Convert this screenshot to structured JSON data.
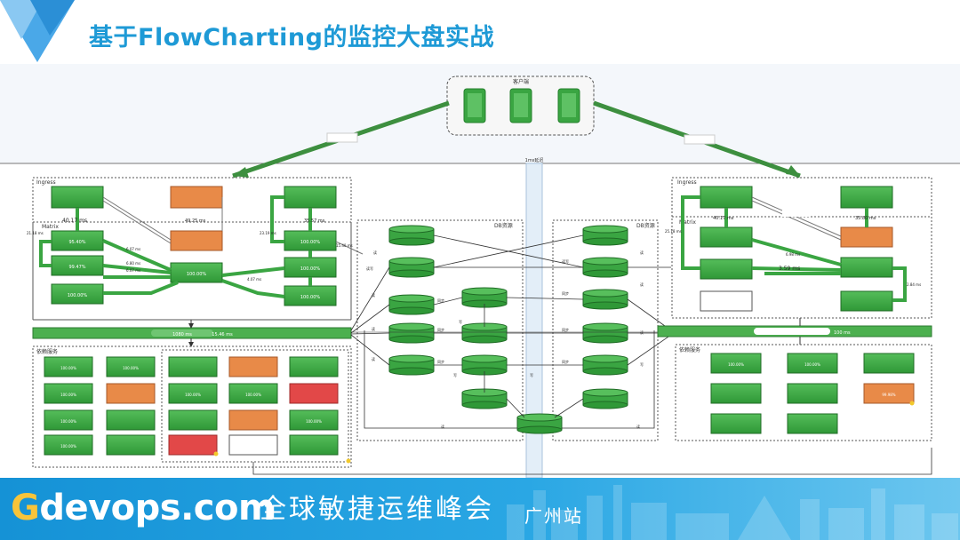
{
  "header": {
    "title": "基于FlowCharting的监控大盘实战"
  },
  "footer": {
    "brand_g": "G",
    "brand_rest": "devops",
    "brand_tld": ".com",
    "event": "全球敏捷运维峰会",
    "city": "广州站"
  },
  "diagram": {
    "client_label": "客户端",
    "center_label": "1ms延迟",
    "left": {
      "ingress_label": "Ingress",
      "matrix_label": "Matrix",
      "db_label": "DB资源",
      "deps_label": "依赖服务",
      "edge_labels": [
        "40.17 ms",
        "49.25 ms",
        "35.57 ms",
        "21.18 ms",
        "23.19 ms",
        "6.07 ms",
        "6.80 ms",
        "6.07 ms",
        "4.07 ms",
        "15.40 ms"
      ],
      "matrix_values": [
        "95.40%",
        "99.47%",
        "100.00%",
        "100.00%",
        "100.00%",
        "100.00%",
        "100.00%"
      ],
      "bus_values": [
        "1080 ms",
        "15.46 ms"
      ],
      "db_edges": [
        "读",
        "读写",
        "读",
        "同步",
        "读",
        "同步",
        "读",
        "同步",
        "写",
        "写",
        "读"
      ],
      "dep_values": [
        "100.00%",
        "100.00%",
        "100.00%",
        "100.00%",
        "100.00%",
        "100.00%",
        "100.00%",
        "100.00%"
      ]
    },
    "right": {
      "ingress_label": "Ingress",
      "matrix_label": "Matrix",
      "db_label": "DB资源",
      "deps_label": "依赖服务",
      "edge_labels": [
        "40.17 ms",
        "35.80 ms",
        "25.18 ms",
        "6.98 ms",
        "3.59 ms",
        "2.84 ms"
      ],
      "bus_value": "100 ms",
      "db_edges": [
        "读",
        "读写",
        "读",
        "同步",
        "同步",
        "同步",
        "读",
        "写",
        "写",
        "读"
      ],
      "dep_values": [
        "100.00%",
        "100.00%",
        "99.98%"
      ]
    },
    "colors": {
      "green": "#3aa542",
      "green_dark": "#24802c",
      "orange": "#e88a48",
      "red": "#e24848",
      "bus": "#4cb04f",
      "blue_title": "#1e9ad6"
    }
  }
}
